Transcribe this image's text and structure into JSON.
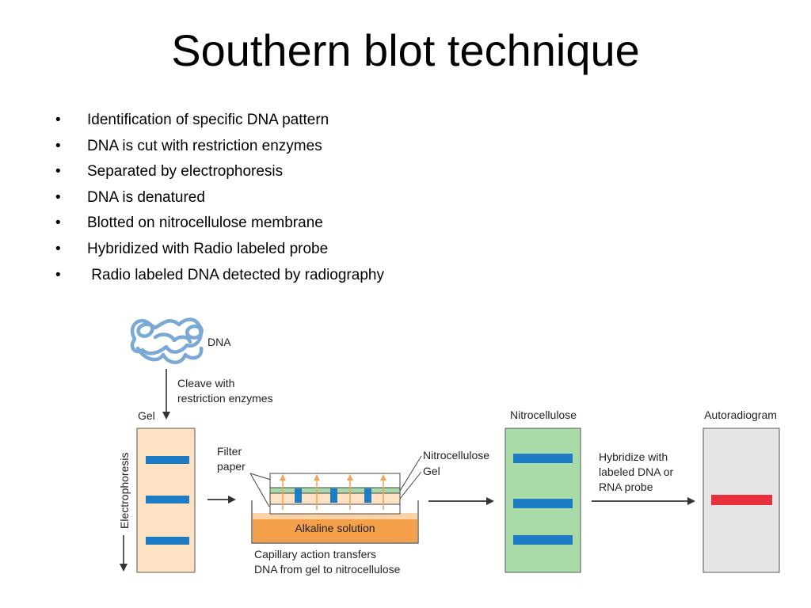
{
  "slide": {
    "title": "Southern blot technique",
    "bullets": [
      "Identification of specific DNA pattern",
      "DNA is cut with restriction enzymes",
      "Separated by electrophoresis",
      "DNA is denatured",
      "Blotted on nitrocellulose membrane",
      "Hybridized with Radio labeled probe",
      " Radio labeled DNA detected by radiography"
    ],
    "bullet_glyph": "•"
  },
  "diagram": {
    "dna_label": "DNA",
    "cleave_line1": "Cleave with",
    "cleave_line2": "restriction enzymes",
    "gel_label": "Gel",
    "electrophoresis_label": "Electrophoresis",
    "filter_line1": "Filter",
    "filter_line2": "paper",
    "stack_nitro_label": "Nitrocellulose",
    "stack_gel_label": "Gel",
    "alkaline_label": "Alkaline solution",
    "capillary_line1": "Capillary action transfers",
    "capillary_line2": "DNA from gel to nitrocellulose",
    "nitro_title": "Nitrocellulose",
    "hybridize_line1": "Hybridize with",
    "hybridize_line2": "labeled DNA or",
    "hybridize_line3": "RNA probe",
    "autorad_title": "Autoradiogram",
    "colors": {
      "gel_fill": "#fde3c3",
      "band_blue": "#1e7cc4",
      "nitro_fill": "#a8dba8",
      "autorad_fill": "#e6e6e8",
      "band_red": "#e8303d",
      "solution_orange": "#f5a04a",
      "dna_strand": "#7aa9d6",
      "arrow_orange": "#f2a65a"
    }
  }
}
